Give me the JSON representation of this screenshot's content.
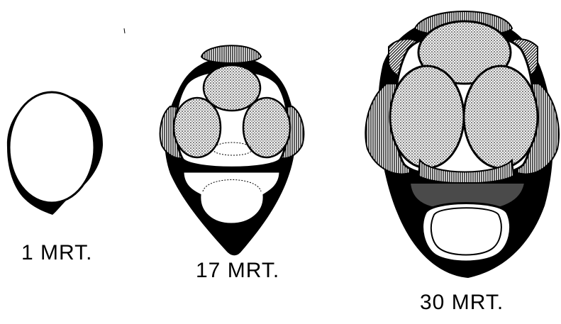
{
  "figures": [
    {
      "label": "1 MRT."
    },
    {
      "label": "17 MRT."
    },
    {
      "label": "30 MRT."
    }
  ],
  "colors": {
    "ink": "#000000",
    "paper": "#ffffff",
    "dark_band": "#4a4a4a"
  }
}
